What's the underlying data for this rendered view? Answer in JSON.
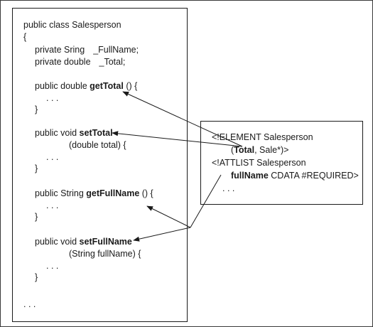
{
  "code": {
    "class_decl": "public class Salesperson",
    "open_brace": "{",
    "field1_prefix": "private Sring",
    "field1_name": "_FullName;",
    "field2_prefix": "private double",
    "field2_name": "_Total;",
    "gettotal_prefix": "public double ",
    "gettotal_name": "getTotal",
    "gettotal_suffix": " () {",
    "settotal_prefix": "public void ",
    "settotal_name": "setTotal",
    "settotal_params": "(double total) {",
    "getfullname_prefix": "public String ",
    "getfullname_name": "getFullName",
    "getfullname_suffix": " () {",
    "setfullname_prefix": "public void ",
    "setfullname_name": "setFullName",
    "setfullname_params": "(String fullName) {",
    "ellipsis": ". . .",
    "close_brace": "}",
    "trailing_ellipsis": ". . ."
  },
  "dtd": {
    "element_decl": "<!ELEMENT Salesperson",
    "content_open": "(",
    "content_total": "Total",
    "content_rest": ", Sale*)>",
    "attlist_decl": "<!ATTLIST Salesperson",
    "attr_name": "fullName",
    "attr_rest": " CDATA #REQUIRED>",
    "ellipsis": ". . ."
  },
  "colors": {
    "line": "#1a1a1a",
    "background": "#ffffff"
  }
}
